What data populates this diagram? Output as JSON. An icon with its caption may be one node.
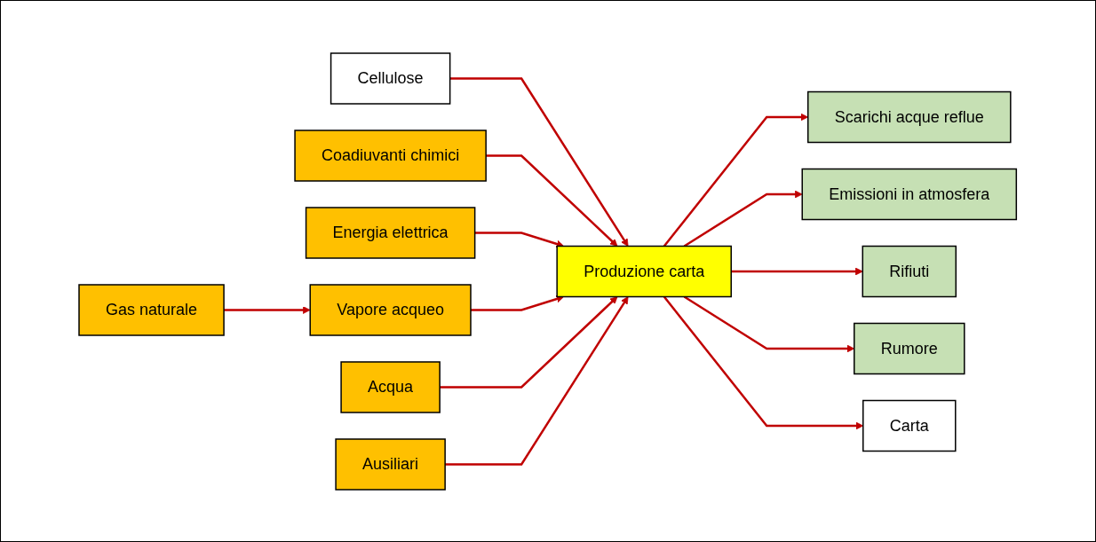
{
  "diagram": {
    "nodes": [
      {
        "text": [
          "Cellulose"
        ]
      },
      {
        "text": [
          "Coadiuvanti chimici"
        ]
      },
      {
        "text": [
          "Energia elettrica"
        ]
      },
      {
        "text": [
          "Gas naturale"
        ]
      },
      {
        "text": [
          "Vapore acqueo"
        ]
      },
      {
        "text": [
          "Acqua"
        ]
      },
      {
        "text": [
          "Ausiliari"
        ]
      },
      {
        "text": [
          "Produzione carta"
        ]
      },
      {
        "text": [
          "Scarichi acque reflue"
        ]
      },
      {
        "text": [
          "Emissioni in atmosfera"
        ]
      },
      {
        "text": [
          "Rifiuti"
        ]
      },
      {
        "text": [
          "Rumore"
        ]
      },
      {
        "text": [
          "Carta"
        ]
      }
    ],
    "edges": [
      {
        "from": 0,
        "to": 7,
        "arrow": "to"
      },
      {
        "from": 1,
        "to": 7,
        "arrow": "to"
      },
      {
        "from": 2,
        "to": 7,
        "arrow": "to"
      },
      {
        "from": 3,
        "to": 4,
        "arrow": "to"
      },
      {
        "from": 4,
        "to": 7,
        "arrow": "to"
      },
      {
        "from": 5,
        "to": 7,
        "arrow": "to"
      },
      {
        "from": 6,
        "to": 7,
        "arrow": "to"
      },
      {
        "from": 7,
        "to": 8,
        "arrow": "to"
      },
      {
        "from": 7,
        "to": 9,
        "arrow": "to"
      },
      {
        "from": 7,
        "to": 10,
        "arrow": "to"
      },
      {
        "from": 7,
        "to": 11,
        "arrow": "to"
      },
      {
        "from": 7,
        "to": 12,
        "arrow": "to"
      }
    ]
  }
}
